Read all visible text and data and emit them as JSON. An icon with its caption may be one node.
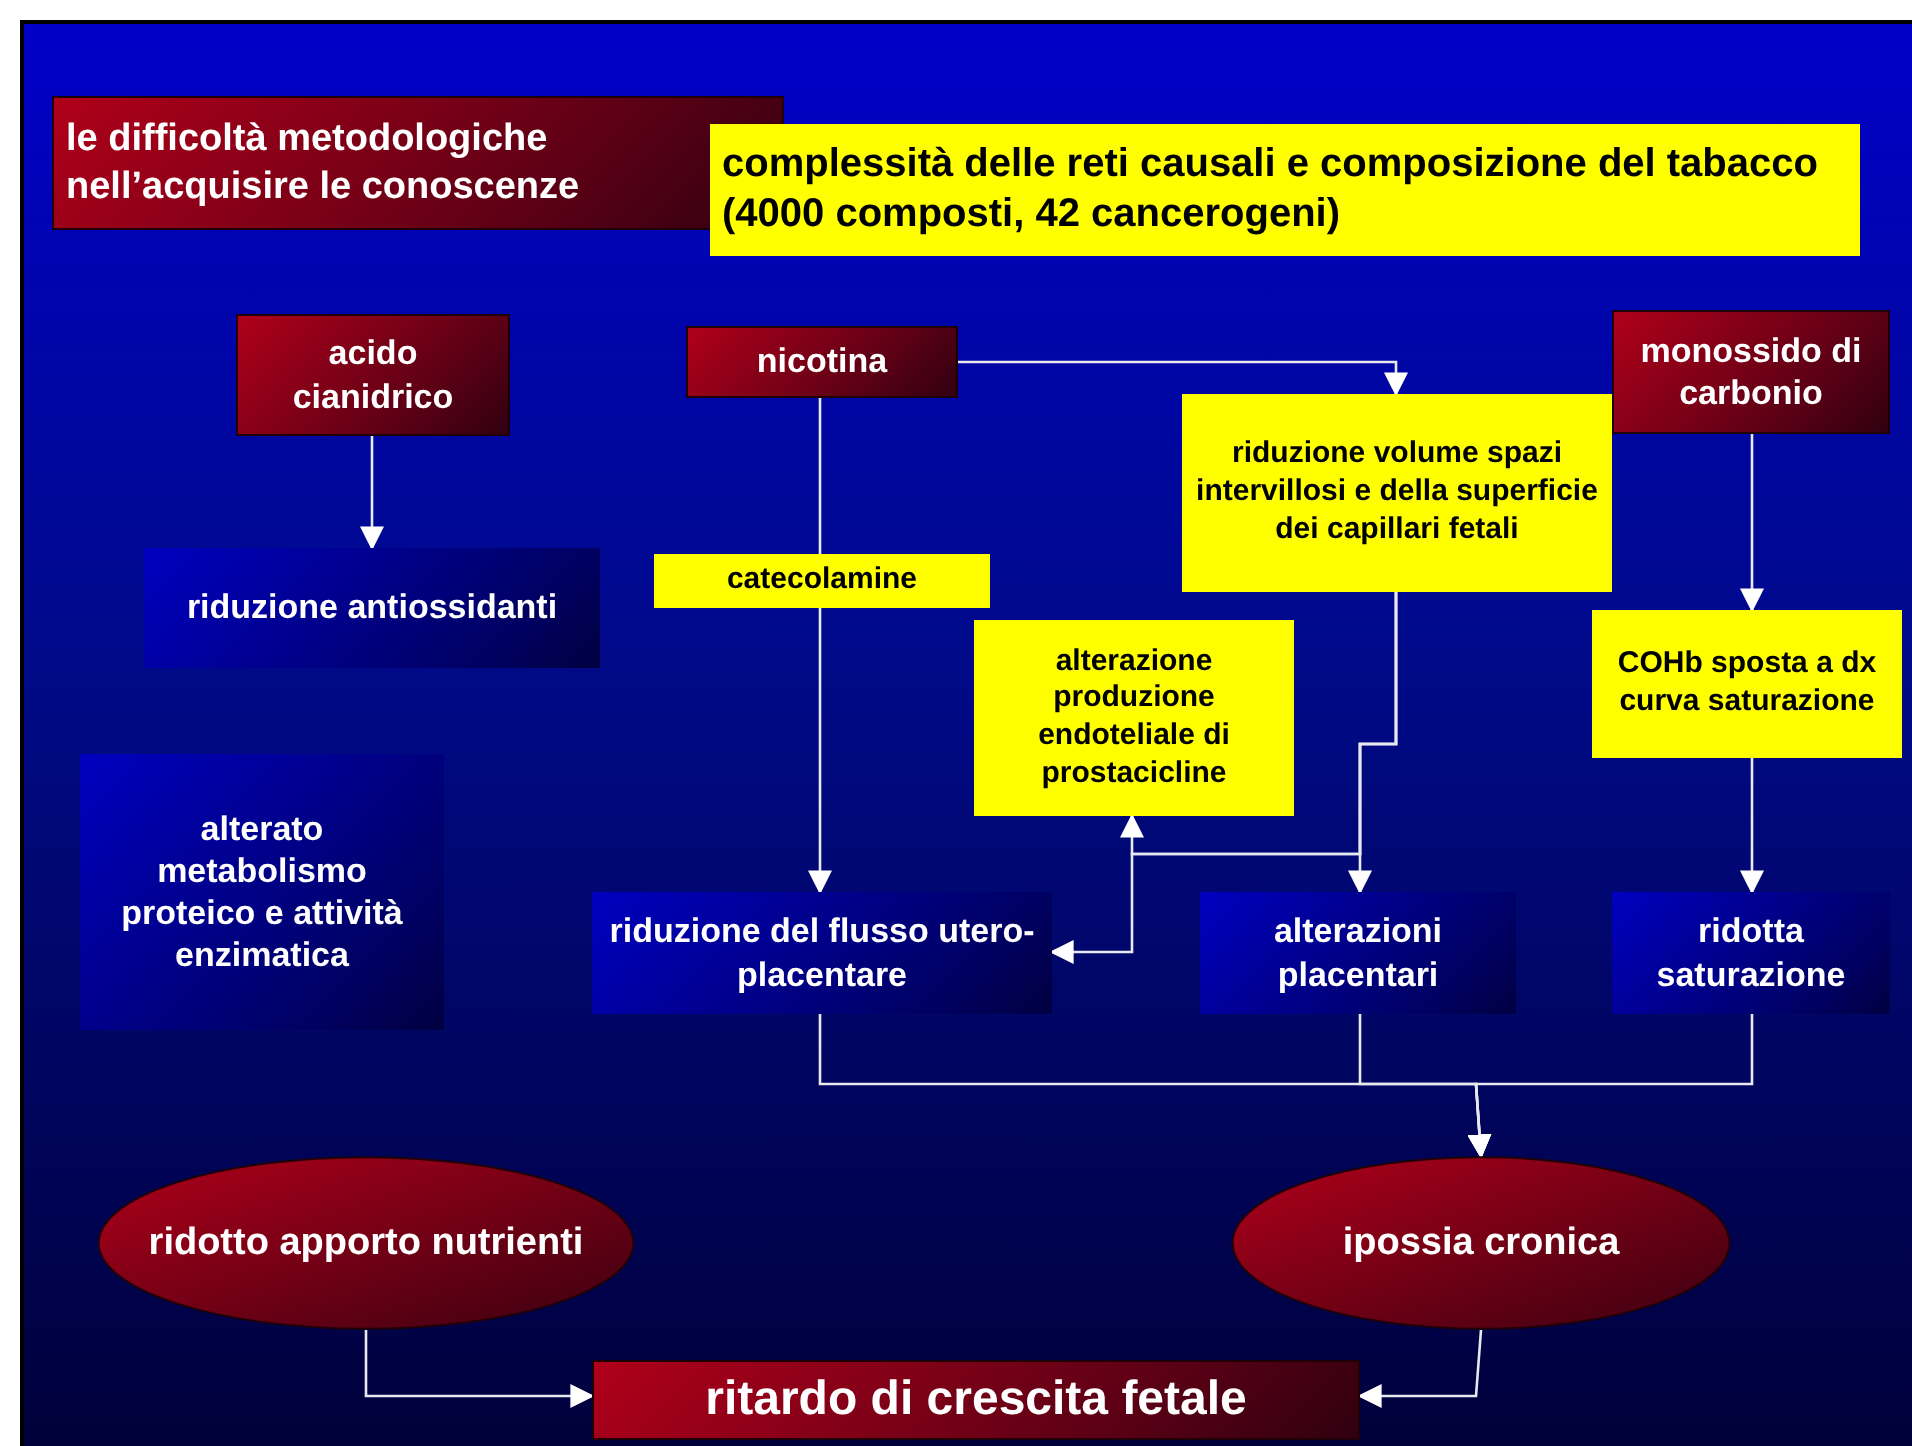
{
  "diagram": {
    "nodes": [
      {
        "text": [
          "le difficoltà metodologiche nell’acquisire le conoscenze"
        ]
      },
      {
        "text": [
          "complessità delle reti causali e composizione del tabacco (4000 composti, 42 cancerogeni)"
        ]
      },
      {
        "text": [
          "acido cianidrico"
        ]
      },
      {
        "text": [
          "nicotina"
        ]
      },
      {
        "text": [
          "monossido di carbonio"
        ]
      },
      {
        "text": [
          "riduzione volume spazi intervillosi e della superficie dei capillari fetali"
        ]
      },
      {
        "text": [
          "riduzione antiossidanti"
        ]
      },
      {
        "text": [
          "catecolamine"
        ]
      },
      {
        "text": [
          "COHb sposta a dx curva saturazione"
        ]
      },
      {
        "text": [
          "alterazione produzione endoteliale di prostacicline"
        ]
      },
      {
        "text": [
          "alterato metabolismo proteico  e attività enzimatica"
        ]
      },
      {
        "text": [
          "riduzione del flusso utero-placentare"
        ]
      },
      {
        "text": [
          "alterazioni placentari"
        ]
      },
      {
        "text": [
          "ridotta saturazione"
        ]
      },
      {
        "text": [
          "ridotto apporto nutrienti"
        ]
      },
      {
        "text": [
          "ipossia cronica"
        ]
      },
      {
        "text": [
          "ritardo di crescita fetale"
        ]
      }
    ],
    "edges": [
      {
        "from": 2,
        "to": 6,
        "arrow": "to"
      },
      {
        "from": 3,
        "to": 7,
        "arrow": "none"
      },
      {
        "from": 7,
        "to": 11,
        "arrow": "to"
      },
      {
        "from": 3,
        "to": 5,
        "arrow": "to"
      },
      {
        "from": 5,
        "to": 12,
        "arrow": "to"
      },
      {
        "from": 5,
        "to": 9,
        "arrow": "to"
      },
      {
        "from": 5,
        "to": 11,
        "arrow": "to"
      },
      {
        "from": 4,
        "to": 8,
        "arrow": "to"
      },
      {
        "from": 8,
        "to": 13,
        "arrow": "to"
      },
      {
        "from": 11,
        "to": 15,
        "arrow": "to"
      },
      {
        "from": 12,
        "to": 15,
        "arrow": "to"
      },
      {
        "from": 13,
        "to": 15,
        "arrow": "to"
      },
      {
        "from": 14,
        "to": 16,
        "arrow": "to"
      },
      {
        "from": 15,
        "to": 16,
        "arrow": "to"
      }
    ]
  }
}
